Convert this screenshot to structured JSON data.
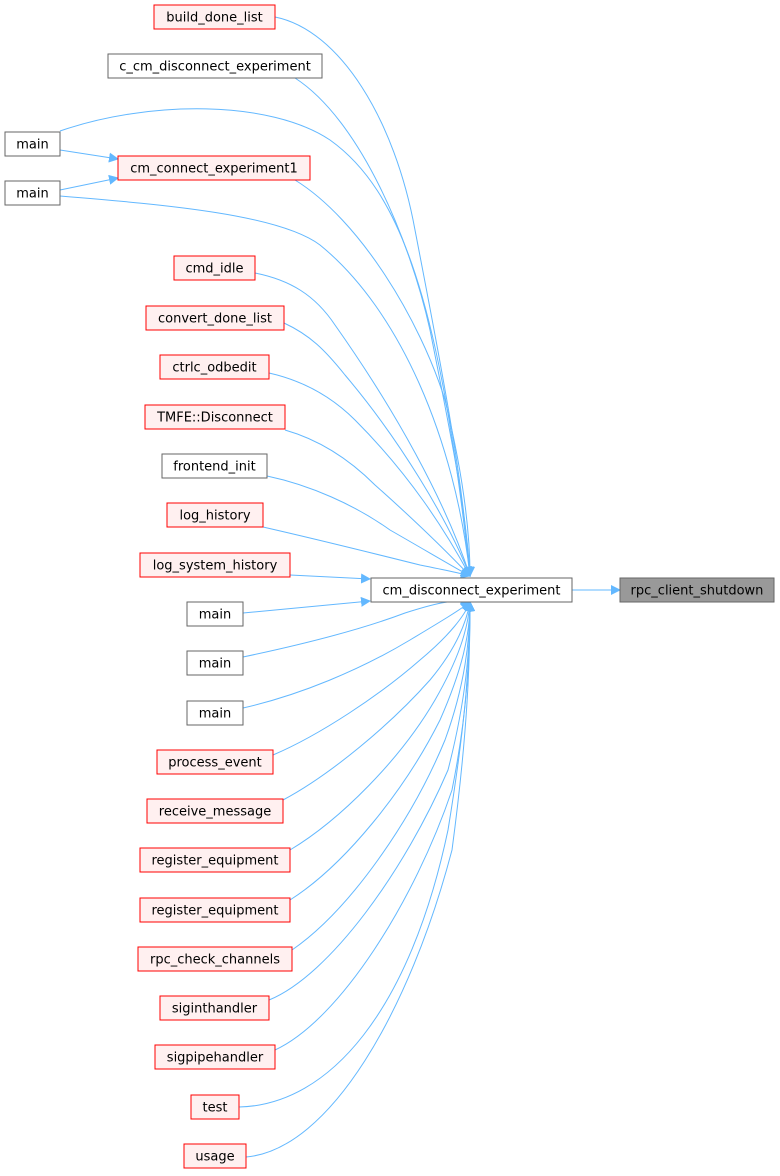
{
  "colors": {
    "edge": "#63b8ff",
    "node_fill": "#ffffff",
    "node_border": "#666666",
    "link_fill": "#fff0f0",
    "link_border": "#ff0000",
    "focus_fill": "#999999",
    "focus_border": "#666666"
  },
  "focus": {
    "label": "rpc_client_shutdown"
  },
  "target": {
    "label": "cm_disconnect_experiment"
  },
  "callers": [
    {
      "label": "build_done_list",
      "style": "link"
    },
    {
      "label": "c_cm_disconnect_experiment",
      "style": "plain"
    },
    {
      "label": "main",
      "style": "plain"
    },
    {
      "label": "cm_connect_experiment1",
      "style": "link"
    },
    {
      "label": "main",
      "style": "plain"
    },
    {
      "label": "cmd_idle",
      "style": "link"
    },
    {
      "label": "convert_done_list",
      "style": "link"
    },
    {
      "label": "ctrlc_odbedit",
      "style": "link"
    },
    {
      "label": "TMFE::Disconnect",
      "style": "link"
    },
    {
      "label": "frontend_init",
      "style": "plain"
    },
    {
      "label": "log_history",
      "style": "link"
    },
    {
      "label": "log_system_history",
      "style": "link"
    },
    {
      "label": "main",
      "style": "plain"
    },
    {
      "label": "main",
      "style": "plain"
    },
    {
      "label": "main",
      "style": "plain"
    },
    {
      "label": "process_event",
      "style": "link"
    },
    {
      "label": "receive_message",
      "style": "link"
    },
    {
      "label": "register_equipment",
      "style": "link"
    },
    {
      "label": "register_equipment",
      "style": "link"
    },
    {
      "label": "rpc_check_channels",
      "style": "link"
    },
    {
      "label": "siginthandler",
      "style": "link"
    },
    {
      "label": "sigpipehandler",
      "style": "link"
    },
    {
      "label": "test",
      "style": "link"
    },
    {
      "label": "usage",
      "style": "link"
    }
  ]
}
